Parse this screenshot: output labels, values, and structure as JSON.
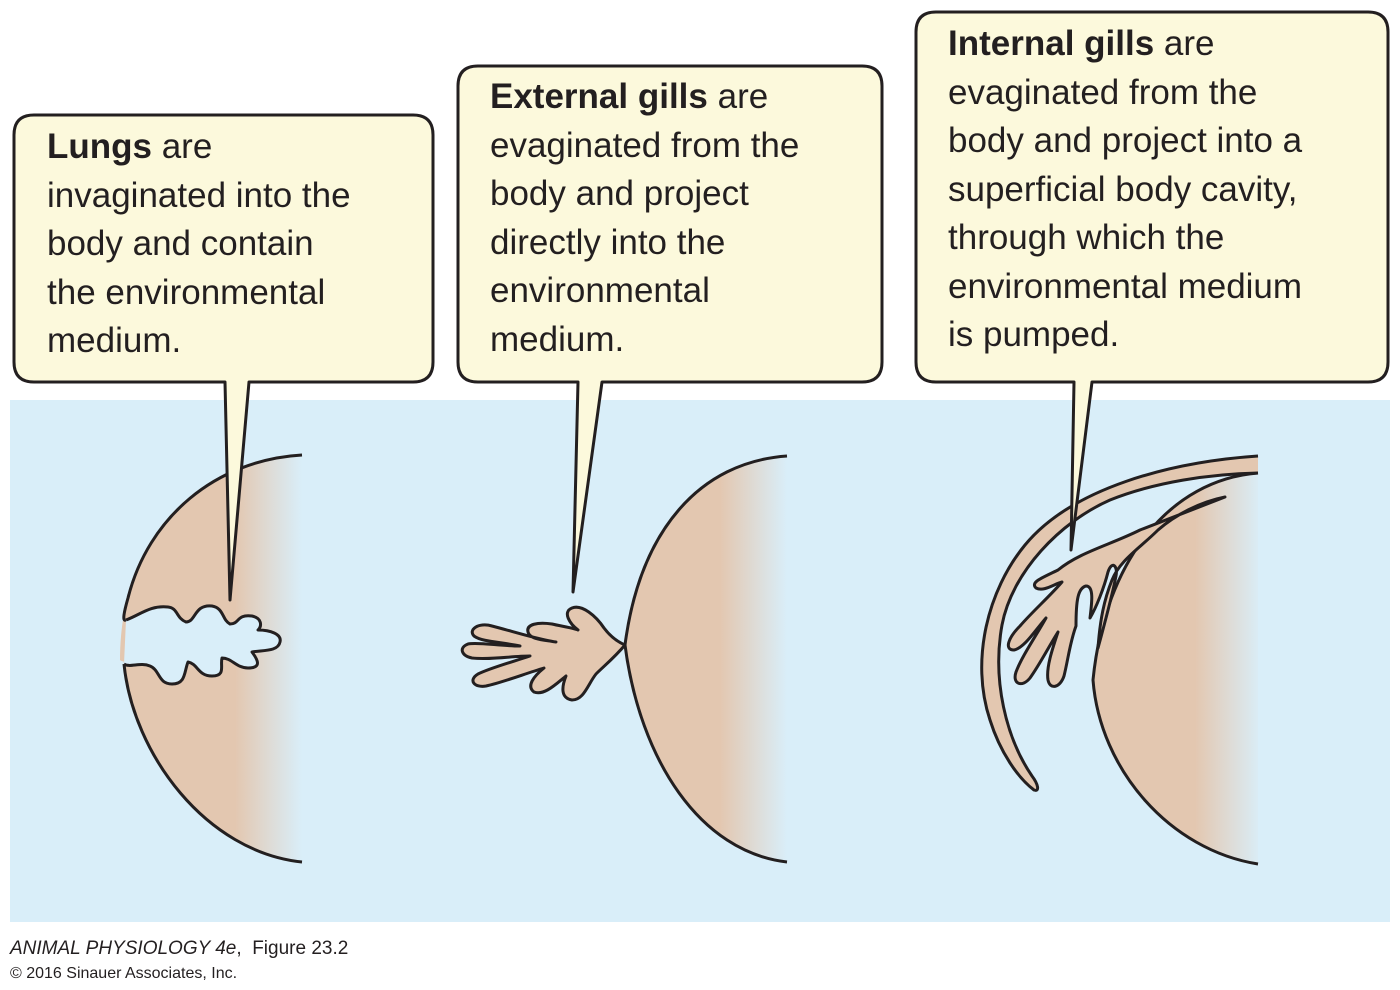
{
  "colors": {
    "water": "#d9eef9",
    "tissue": "#e3c7b0",
    "callout_fill": "#fcf9dc",
    "outline": "#231f20"
  },
  "panels": [
    {
      "term": "Lungs",
      "lines": [
        " are",
        "invaginated into the",
        "body and contain",
        "the environmental",
        "medium."
      ]
    },
    {
      "term": "External gills",
      "lines": [
        " are",
        "evaginated from the",
        "body and project",
        "directly into the",
        "environmental",
        "medium."
      ]
    },
    {
      "term": "Internal gills",
      "lines": [
        " are",
        "evaginated from the",
        "body and project into a",
        "superficial body cavity,",
        "through which the",
        "environmental medium",
        "is pumped."
      ]
    }
  ],
  "caption": {
    "book": "ANIMAL PHYSIOLOGY 4e",
    "figure": "Figure 23.2",
    "copyright": "© 2016 Sinauer Associates, Inc."
  }
}
